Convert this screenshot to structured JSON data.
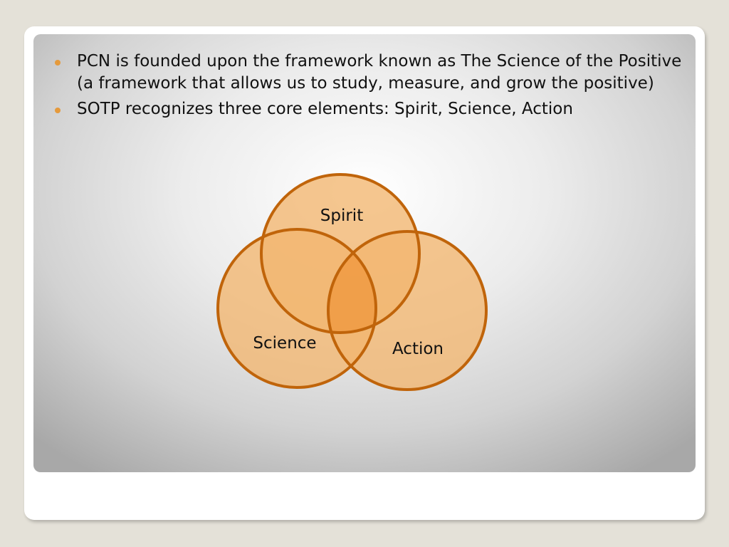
{
  "slide": {
    "bullets": [
      "PCN is founded upon the framework known as The Science of the Positive (a framework that allows us to study, measure, and grow the positive)",
      "SOTP recognizes three core elements: Spirit, Science, Action"
    ],
    "venn": {
      "sets": [
        {
          "label": "Spirit"
        },
        {
          "label": "Science"
        },
        {
          "label": "Action"
        }
      ]
    }
  },
  "colors": {
    "bullet": "#e59a3c",
    "circle_fill": "#f2b670",
    "circle_stroke": "#c0640a",
    "center": "#ee8c2a"
  }
}
